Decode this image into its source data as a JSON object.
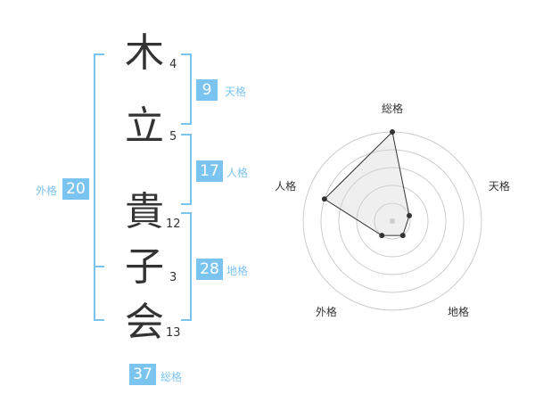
{
  "name_chars": [
    {
      "char": "木",
      "strokes": "4"
    },
    {
      "char": "立",
      "strokes": "5"
    },
    {
      "char": "貴",
      "strokes": "12"
    },
    {
      "char": "子",
      "strokes": "3"
    },
    {
      "char": "会",
      "strokes": "13"
    }
  ],
  "kaku": {
    "tenkaku": {
      "value": "9",
      "label": "天格"
    },
    "jinkaku": {
      "value": "17",
      "label": "人格"
    },
    "chikaku": {
      "value": "28",
      "label": "地格"
    },
    "gaikaku": {
      "value": "20",
      "label": "外格"
    },
    "soukaku": {
      "value": "37",
      "label": "総格"
    }
  },
  "colors": {
    "accent": "#7cc4f0",
    "text": "#333333",
    "ring": "#cccccc",
    "fill": "#f2f2f2"
  },
  "chart_data": {
    "type": "radar",
    "axes": [
      "総格",
      "天格",
      "地格",
      "外格",
      "人格"
    ],
    "values": [
      5,
      1,
      1,
      1,
      4
    ],
    "rmax": 5,
    "rings": 5
  }
}
